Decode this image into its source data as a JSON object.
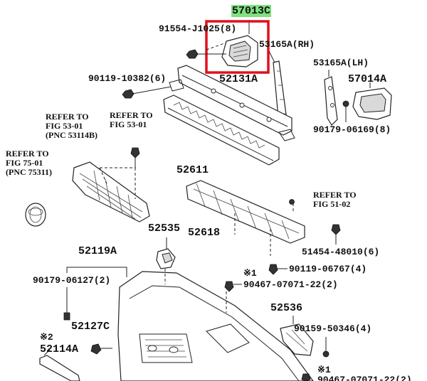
{
  "highlight_color": "#7ee07e",
  "callout_box_color": "#e0101c",
  "labels": {
    "p57013c": "57013C",
    "p91554": "91554-J1025(8)",
    "p53165a_rh": "53165A(RH)",
    "p53165a_lh": "53165A(LH)",
    "p57014a": "57014A",
    "p90119_10382": "90119-10382(6)",
    "p52131a": "52131A",
    "p90179_06169": "90179-06169(8)",
    "ref_53114b": "REFER TO\nFIG 53-01\n(PNC 53114B)",
    "ref_53_01": "REFER TO\nFIG 53-01",
    "ref_75311": "REFER TO\nFIG 75-01\n(PNC 75311)",
    "p52611": "52611",
    "ref_51_02": "REFER TO\nFIG 51-02",
    "p52535": "52535",
    "p52618": "52618",
    "p51454": "51454-48010(6)",
    "p52119a": "52119A",
    "p90119_06767": "90119-06767(4)",
    "p90179_06127": "90179-06127(2)",
    "mark1_a": "※1",
    "p90467_a": "90467-07071-22(2)",
    "p52536": "52536",
    "p90159": "90159-50346(4)",
    "p52127c": "52127C",
    "mark2": "※2",
    "p52114a": "52114A",
    "mark1_b": "※1",
    "p90467_b": "90467-07071-22(2)"
  }
}
